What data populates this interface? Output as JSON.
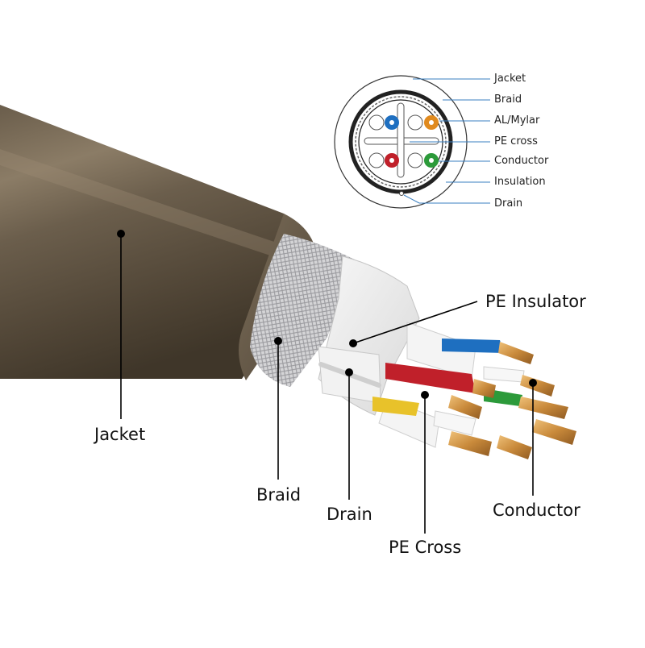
{
  "diagram": {
    "cross_section_labels": [
      "Jacket",
      "Braid",
      "AL/Mylar",
      "PE cross",
      "Conductor",
      "Insulation",
      "Drain"
    ],
    "callouts": {
      "jacket": "Jacket",
      "braid": "Braid",
      "drain": "Drain",
      "pe_cross": "PE Cross",
      "conductor": "Conductor",
      "pe_insulator": "PE Insulator"
    },
    "colors": {
      "jacket": "#5e5140",
      "jacket_highlight": "#8b7c66",
      "braid": "#c9c9cb",
      "foil": "#ececec",
      "copper": "#d39a45",
      "leader_line_small": "#3a7fc1",
      "leader_line_big": "#000000",
      "pair_blue": "#1e6fc0",
      "pair_orange": "#e08a1e",
      "pair_red": "#c0202a",
      "pair_green": "#2c9a3a",
      "pair_yellow": "#e8c22a"
    }
  }
}
